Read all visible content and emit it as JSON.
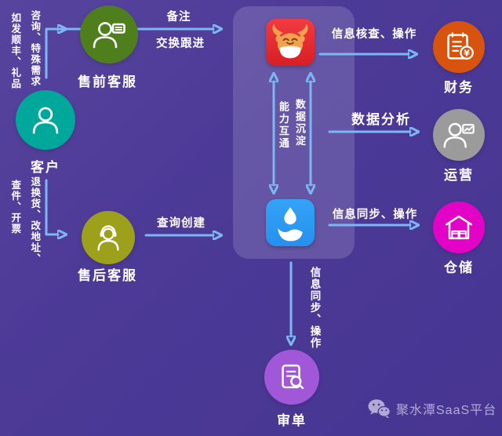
{
  "colors": {
    "background": "#4a3795",
    "panel_overlay": "rgba(255,255,255,0.15)",
    "arrow": "#7db7f3",
    "customer_circle": "#00a89c",
    "presales_circle": "#4f7e1d",
    "aftersales_circle": "#9ca01b",
    "qianniu_app": "#e2252b",
    "jushuitan_app": "#2d9cf4",
    "finance_circle": "#d7530e",
    "operations_circle": "#9b9b9b",
    "warehouse_circle": "#e203c6",
    "review_circle": "#a158d8",
    "watermark_text": "#b3abd3"
  },
  "nodes": {
    "customer": "客户",
    "presales": "售前客服",
    "aftersales": "售后客服",
    "finance": "财务",
    "operations": "运营",
    "warehouse": "仓储",
    "review": "审单"
  },
  "edges": {
    "customer_to_presales": {
      "col_right": "咨询、特殊需求",
      "col_left": "如发顺丰、礼品"
    },
    "customer_to_aftersales": {
      "col_right": "退换货、改地址、",
      "col_left": "查件、开票"
    },
    "presales_to_qianniu": {
      "top": "备注",
      "bottom": "交换跟进"
    },
    "aftersales_to_jushuitan": {
      "label": "查询创建"
    },
    "apps_sync": {
      "left": "能力互通",
      "right": "数据沉淀"
    },
    "qianniu_to_finance": "信息核查、操作",
    "panel_to_operations": "数据分析",
    "jushuitan_to_warehouse": "信息同步、操作",
    "jushuitan_to_review": "信息同步、操作"
  },
  "finance_icon_symbol": "¥",
  "watermark": "聚水潭SaaS平台",
  "icons": {
    "customer": "person-icon",
    "presales": "agent-chat-icon",
    "aftersales": "agent-headset-icon",
    "qianniu": "ox-app-icon",
    "jushuitan": "waterdrop-app-icon",
    "finance": "invoice-yen-icon",
    "operations": "person-chart-icon",
    "warehouse": "warehouse-boxes-icon",
    "review": "doc-search-icon",
    "watermark": "wechat-icon"
  }
}
